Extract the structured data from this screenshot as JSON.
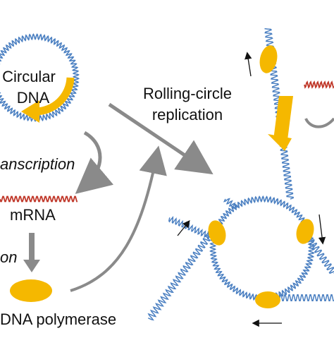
{
  "labels": {
    "circular_dna_line1": "Circular",
    "circular_dna_line2": "DNA",
    "transcription": "anscription",
    "mrna": "mRNA",
    "translation": "on",
    "dna_polymerase": "DNA polymerase",
    "rolling_circle_line1": "Rolling-circle",
    "rolling_circle_line2": "replication"
  },
  "colors": {
    "dna_coil": "#4a7fc1",
    "mrna": "#c0392b",
    "enzyme": "#f5b800",
    "enzyme_arrow": "#f5b800",
    "process_arrow": "#8a8a8a",
    "text": "#111111"
  }
}
